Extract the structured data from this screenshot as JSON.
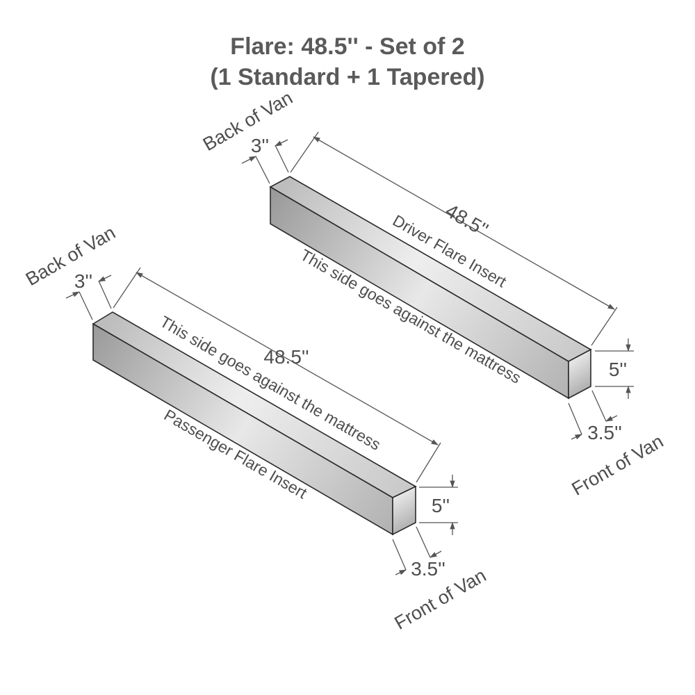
{
  "title": {
    "line1": "Flare: 48.5'' - Set of 2",
    "line2": "(1 Standard + 1 Tapered)"
  },
  "driver": {
    "back_label": "Back of Van",
    "front_label": "Front of Van",
    "top_face_label": "Driver Flare Insert",
    "side_face_label": "This side goes against the mattress",
    "length_label": "48.5''",
    "width_back_label": "3''",
    "height_label": "5''",
    "width_front_label": "3.5''"
  },
  "passenger": {
    "back_label": "Back of Van",
    "front_label": "Front of Van",
    "top_face_label": "This side goes against the mattress",
    "side_face_label": "Passenger Flare Insert",
    "length_label": "48.5''",
    "width_back_label": "3''",
    "height_label": "5''",
    "width_front_label": "3.5''"
  }
}
